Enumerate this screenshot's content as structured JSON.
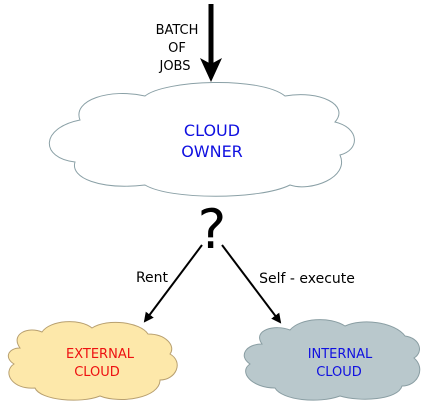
{
  "input": {
    "line1": "BATCH",
    "line2": "OF",
    "line3": "JOBS"
  },
  "owner": {
    "line1": "CLOUD",
    "line2": "OWNER"
  },
  "decision": {
    "symbol": "?"
  },
  "branches": {
    "rent": "Rent",
    "self_execute": "Self - execute"
  },
  "external": {
    "line1": "EXTERNAL",
    "line2": "CLOUD"
  },
  "internal": {
    "line1": "INTERNAL",
    "line2": "CLOUD"
  },
  "colors": {
    "owner_fill": "#ffffff",
    "owner_stroke": "#8aa0a6",
    "owner_text": "#1010e0",
    "external_fill": "#fde8aa",
    "external_stroke": "#b8a070",
    "external_text": "#ee1111",
    "internal_fill": "#b9c8cc",
    "internal_stroke": "#8a9ea3",
    "internal_text": "#1010e0",
    "arrow": "#000000"
  }
}
